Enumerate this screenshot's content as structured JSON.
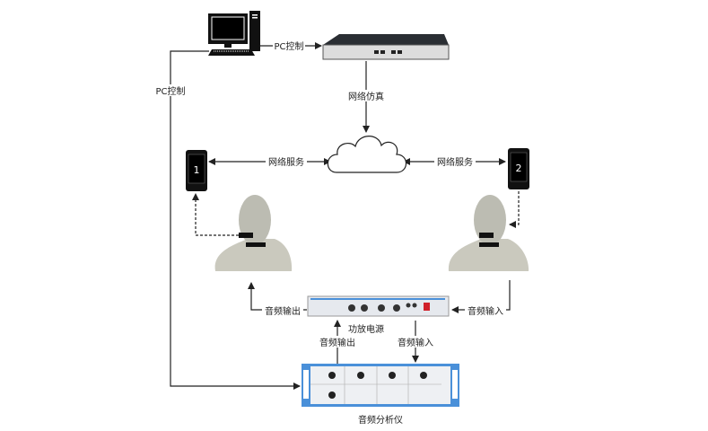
{
  "labels": {
    "pc_control_top": "PC控制",
    "pc_control_left": "PC控制",
    "network_emulation": "网络仿真",
    "network_service_left": "网络服务",
    "network_service_right": "网络服务",
    "audio_output_left": "音频输出",
    "audio_input_right": "音频输入",
    "amplifier": "功放电源",
    "audio_output_bottom": "音频输出",
    "audio_input_bottom": "音频输入",
    "audio_analyzer": "音频分析仪"
  },
  "phones": [
    {
      "number": "1"
    },
    {
      "number": "2"
    }
  ],
  "colors": {
    "line": "#222222",
    "analyzer": "#4a90d9",
    "head": "#c9c8bd"
  }
}
